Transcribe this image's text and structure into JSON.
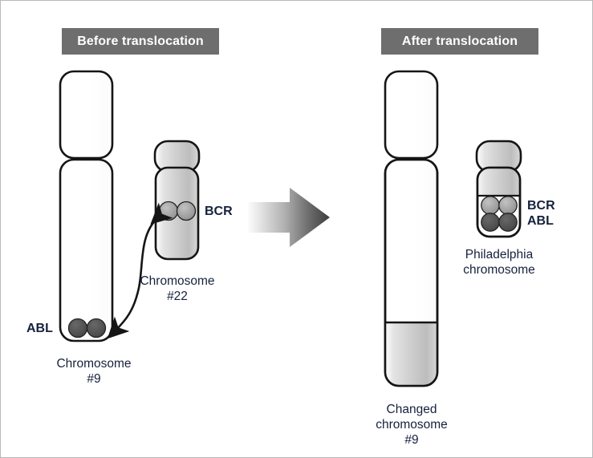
{
  "figure": {
    "title_before": "Before translocation",
    "title_after": "After translocation",
    "background_color": "#ffffff",
    "border_color": "#b9b9b9",
    "banner_color": "#6e6e6e",
    "banner_text_color": "#ffffff",
    "label_text_color": "#16213c",
    "chromosome_outline_color": "#151515",
    "chromosome_gray_fill": "#c9c9c9",
    "chromosome_white_fill": "#ffffff",
    "bcr_marker_color": "#9a9a9a",
    "abl_marker_color": "#4d4d4d",
    "arrow_gradient_from": "#f2f2f2",
    "arrow_gradient_to": "#4a4a4a"
  },
  "before": {
    "chromosome9": {
      "gene_label": "ABL",
      "caption": "Chromosome\n#9",
      "fill": "white",
      "marker_count": 2,
      "marker_color": "#4d4d4d"
    },
    "chromosome22": {
      "gene_label": "BCR",
      "caption": "Chromosome\n#22",
      "fill": "gray",
      "marker_count": 2,
      "marker_color": "#9a9a9a"
    },
    "exchange_arrow": "double-headed-curved-arrow"
  },
  "transition": {
    "arrow": "right-block-arrow"
  },
  "after": {
    "changed_chromosome9": {
      "caption": "Changed\nchromosome\n#9",
      "upper_fill": "white",
      "lower_segment_fill": "gray"
    },
    "philadelphia_chromosome": {
      "gene_labels": "BCR\nABL",
      "gene_label_bcr": "BCR",
      "gene_label_abl": "ABL",
      "caption": "Philadelphia\nchromosome",
      "bcr_marker_count": 2,
      "abl_marker_count": 2
    }
  }
}
